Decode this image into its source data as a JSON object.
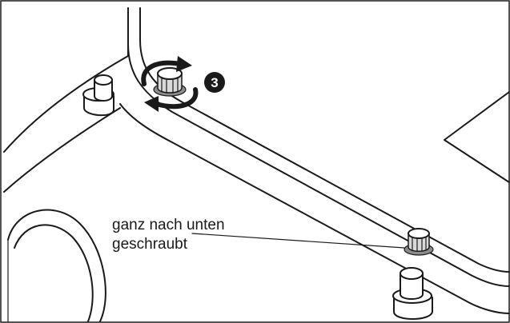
{
  "step_badge": {
    "number": "3"
  },
  "annotation": {
    "line1": "ganz nach unten",
    "line2": "geschraubt"
  }
}
